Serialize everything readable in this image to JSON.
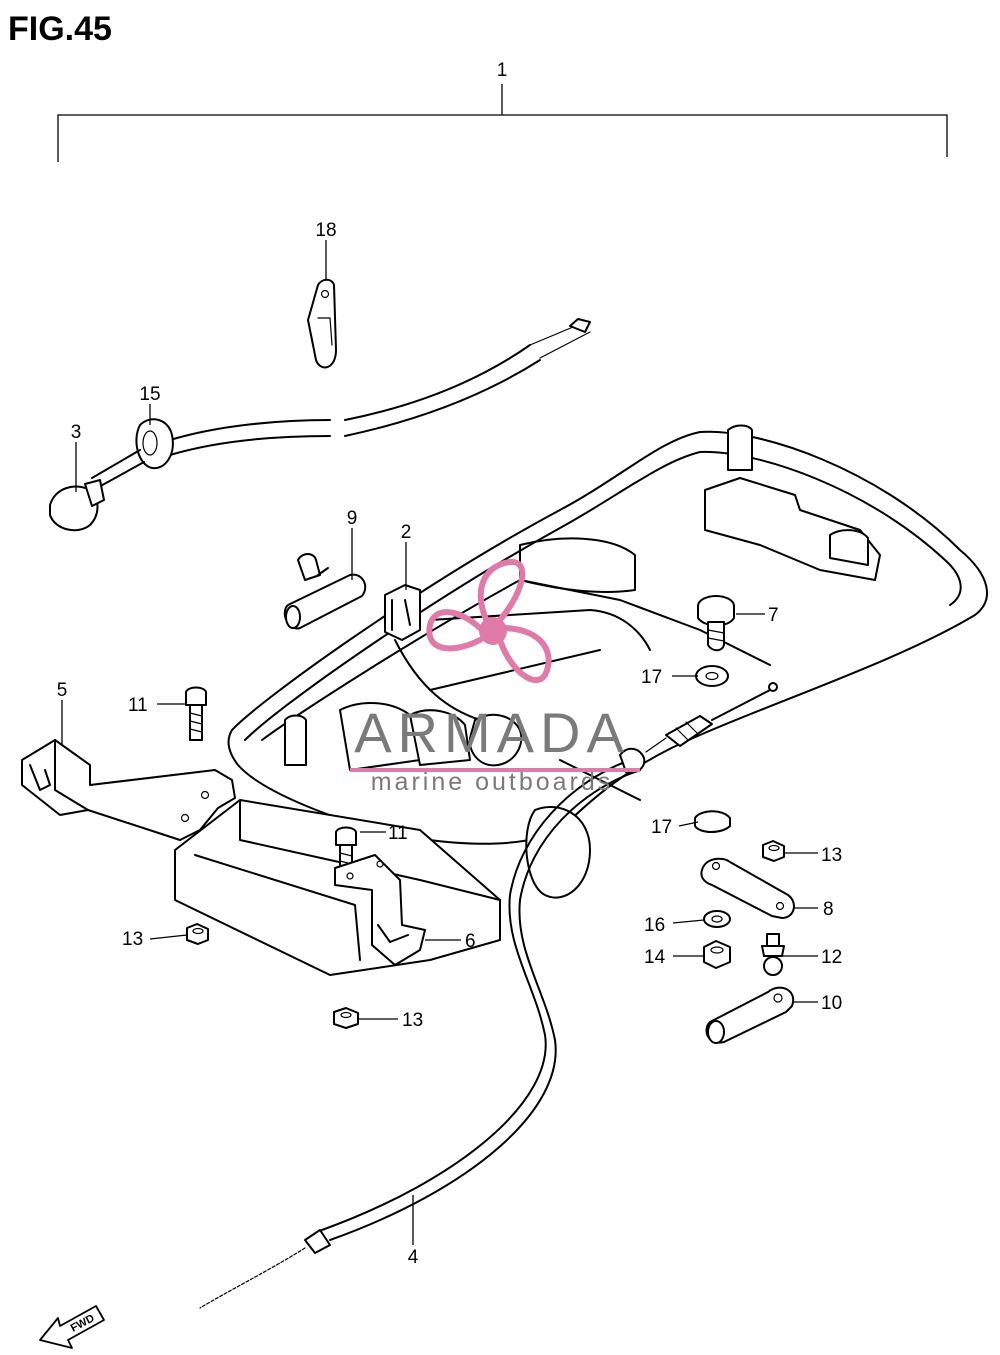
{
  "figure": {
    "title": "FIG.45"
  },
  "watermark": {
    "brand": "ARMADA",
    "tagline": "marine outboards",
    "colors": {
      "gray": "#7a7a7a",
      "pink": "#e07aa8"
    }
  },
  "direction_marker": {
    "label": "FWD",
    "icon": "fwd-arrow-icon"
  },
  "callouts": [
    {
      "id": "1",
      "label": "1"
    },
    {
      "id": "18",
      "label": "18"
    },
    {
      "id": "15",
      "label": "15"
    },
    {
      "id": "3",
      "label": "3"
    },
    {
      "id": "9",
      "label": "9"
    },
    {
      "id": "2",
      "label": "2"
    },
    {
      "id": "7",
      "label": "7"
    },
    {
      "id": "17a",
      "label": "17"
    },
    {
      "id": "5",
      "label": "5"
    },
    {
      "id": "11a",
      "label": "11"
    },
    {
      "id": "11b",
      "label": "11"
    },
    {
      "id": "17b",
      "label": "17"
    },
    {
      "id": "13a",
      "label": "13"
    },
    {
      "id": "8",
      "label": "8"
    },
    {
      "id": "16",
      "label": "16"
    },
    {
      "id": "12",
      "label": "12"
    },
    {
      "id": "14",
      "label": "14"
    },
    {
      "id": "10",
      "label": "10"
    },
    {
      "id": "13b",
      "label": "13"
    },
    {
      "id": "6",
      "label": "6"
    },
    {
      "id": "13c",
      "label": "13"
    },
    {
      "id": "4",
      "label": "4"
    }
  ]
}
